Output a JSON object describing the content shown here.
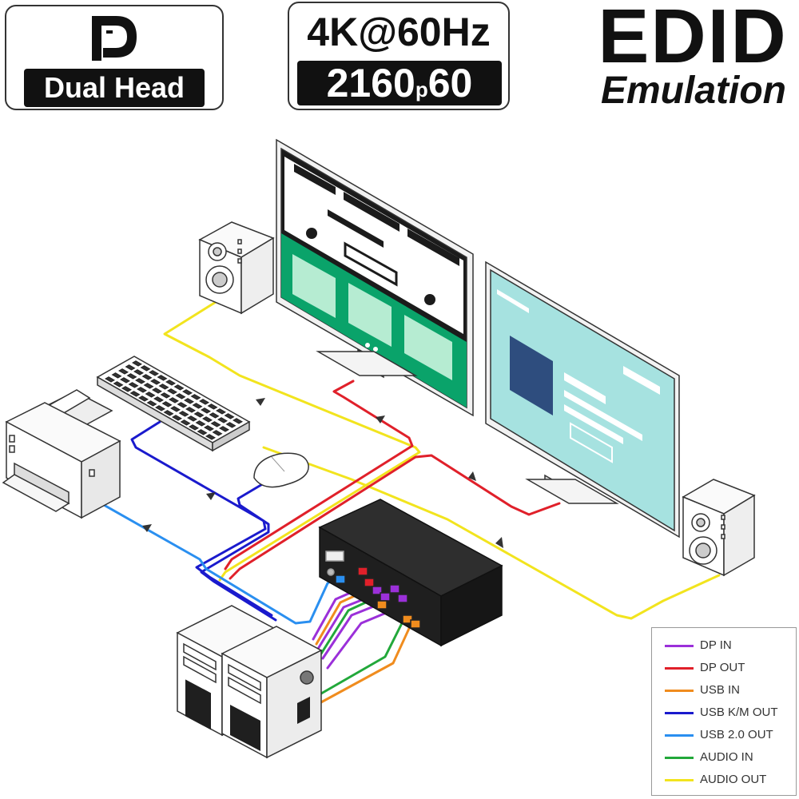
{
  "badges": {
    "displayport": {
      "logo_icon": "displayport-logo-icon",
      "label": "Dual Head"
    },
    "resolution": {
      "line1": "4K@60Hz",
      "line2_main": "2160",
      "line2_sub": "p",
      "line2_end": "60"
    },
    "edid": {
      "title": "EDID",
      "subtitle": "Emulation"
    }
  },
  "legend": {
    "items": [
      {
        "label": "DP IN",
        "color": "#9b30d9"
      },
      {
        "label": "DP OUT",
        "color": "#e0202a"
      },
      {
        "label": "USB IN",
        "color": "#f08c1e"
      },
      {
        "label": "USB K/M OUT",
        "color": "#1a1acd"
      },
      {
        "label": "USB 2.0 OUT",
        "color": "#2a8ff0"
      },
      {
        "label": "AUDIO IN",
        "color": "#22a83a"
      },
      {
        "label": "AUDIO OUT",
        "color": "#f2e41e"
      }
    ]
  },
  "devices": {
    "monitor_left": "monitor-left",
    "monitor_right": "monitor-right",
    "kvm_switch": "kvm-switch",
    "speaker_left": "speaker-left",
    "speaker_right": "speaker-right",
    "keyboard": "keyboard",
    "mouse": "mouse",
    "printer": "printer",
    "computer_1": "computer-1",
    "computer_2": "computer-2"
  },
  "colors": {
    "monitor_left_accent": "#0aa36a",
    "monitor_left_dark": "#1b1b1b",
    "monitor_right_screen": "#a6e2e0",
    "monitor_right_block": "#2e4d7e",
    "kvm_body": "#1f1f1f"
  }
}
